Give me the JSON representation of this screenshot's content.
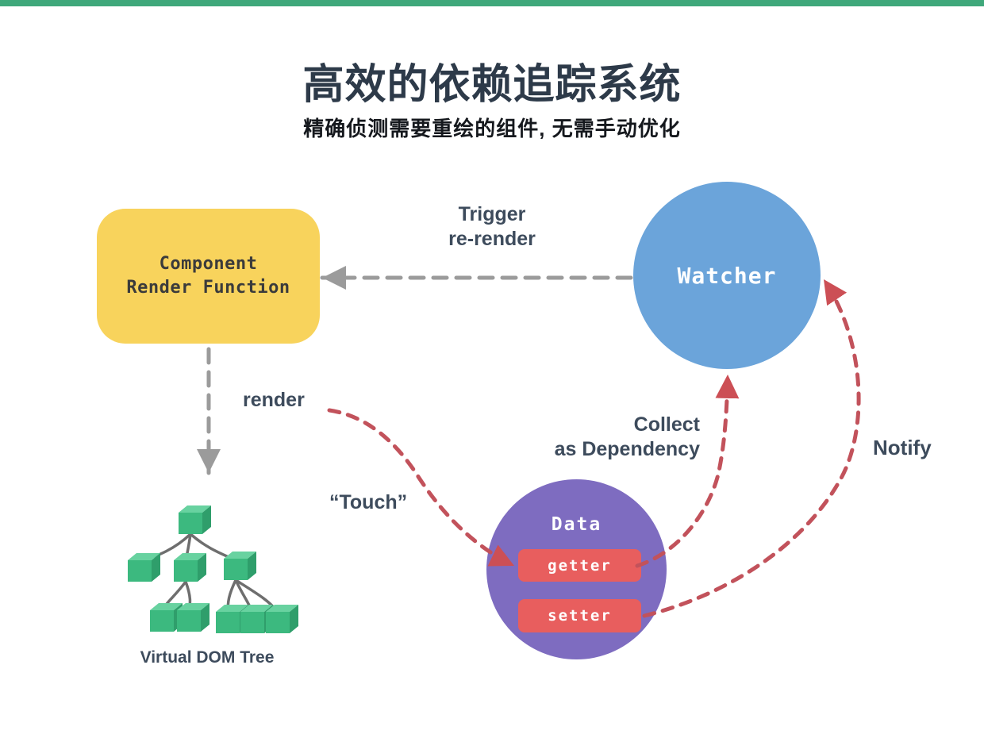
{
  "header": {
    "title": "高效的依赖追踪系统",
    "subtitle": "精确侦测需要重绘的组件, 无需手动优化"
  },
  "nodes": {
    "component_render_function": {
      "line1": "Component",
      "line2": "Render Function"
    },
    "watcher": {
      "label": "Watcher"
    },
    "data": {
      "label": "Data",
      "getter_label": "getter",
      "setter_label": "setter"
    },
    "virtual_dom_tree": {
      "caption": "Virtual DOM Tree"
    }
  },
  "edges": {
    "trigger_rerender": {
      "line1": "Trigger",
      "line2": "re-render"
    },
    "render": {
      "label": "render"
    },
    "touch": {
      "label": "“Touch”"
    },
    "collect_as_dependency": {
      "line1": "Collect",
      "line2": "as Dependency"
    },
    "notify": {
      "label": "Notify"
    }
  },
  "colors": {
    "top_bar": "#3fa87b",
    "title_text": "#2d3a49",
    "subtitle_text": "#15181d",
    "label_text": "#3d4b5c",
    "component_fill": "#f8d35c",
    "component_text": "#3b3b3b",
    "watcher_fill": "#6ba4da",
    "data_fill": "#7e6cc0",
    "accessor_fill": "#e85e5e",
    "node_text_light": "#ffffff",
    "cube_front": "#3cb97f",
    "cube_top": "#68d2a0",
    "cube_side": "#2f9e6b",
    "tree_line": "#6e6e6e",
    "gray_arrow": "#9b9b9b",
    "red_arrow": "#c2525b"
  }
}
